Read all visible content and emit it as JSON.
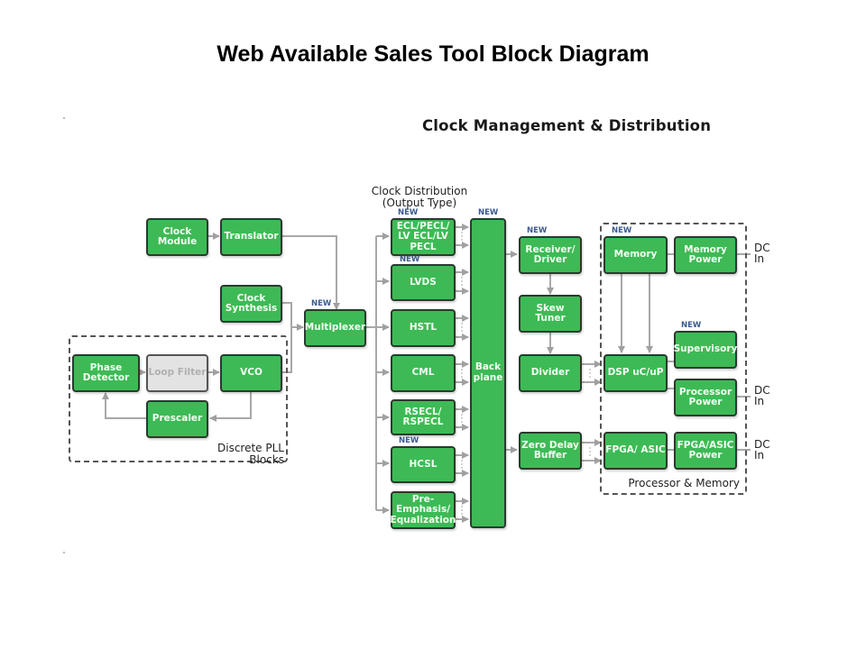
{
  "slide": {
    "title": "Web Available Sales Tool Block Diagram"
  },
  "diagram": {
    "title": "Clock Management & Distribution",
    "badge_new": "NEW",
    "clock_distribution_label": "Clock Distribution (Output Type)",
    "group_pll_label": "Discrete PLL Blocks",
    "group_processor_label": "Processor & Memory",
    "dc_in_label": "DC In",
    "colors": {
      "block_fill": "#3dba55",
      "block_border": "#2a3a2e",
      "block_text": "#f2fff2",
      "inactive_fill": "#e3e3e3",
      "wire": "#a8a8a8",
      "new_badge": "#3b5a8c"
    },
    "blocks": {
      "clock_module": "Clock Module",
      "translator": "Translator",
      "clock_synthesis": "Clock Synthesis",
      "phase_detector": "Phase Detector",
      "loop_filter": "Loop Filter",
      "vco": "VCO",
      "prescaler": "Prescaler",
      "multiplexer": "Multiplexer",
      "ecl": "ECL/PECL/ LV ECL/LV PECL",
      "lvds": "LVDS",
      "hstl": "HSTL",
      "cml": "CML",
      "rsecl": "RSECL/ RSPECL",
      "hcsl": "HCSL",
      "pre_emphasis": "Pre- Emphasis/ Equalization",
      "backplane": "Back plane",
      "receiver_driver": "Receiver/ Driver",
      "skew_tuner": "Skew Tuner",
      "divider": "Divider",
      "zero_delay_buffer": "Zero Delay Buffer",
      "memory": "Memory",
      "memory_power": "Memory Power",
      "supervisory": "Supervisory",
      "dsp": "DSP uC/uP",
      "processor_power": "Processor Power",
      "fpga_asic": "FPGA/ ASIC",
      "fpga_asic_power": "FPGA/ASIC Power"
    }
  }
}
